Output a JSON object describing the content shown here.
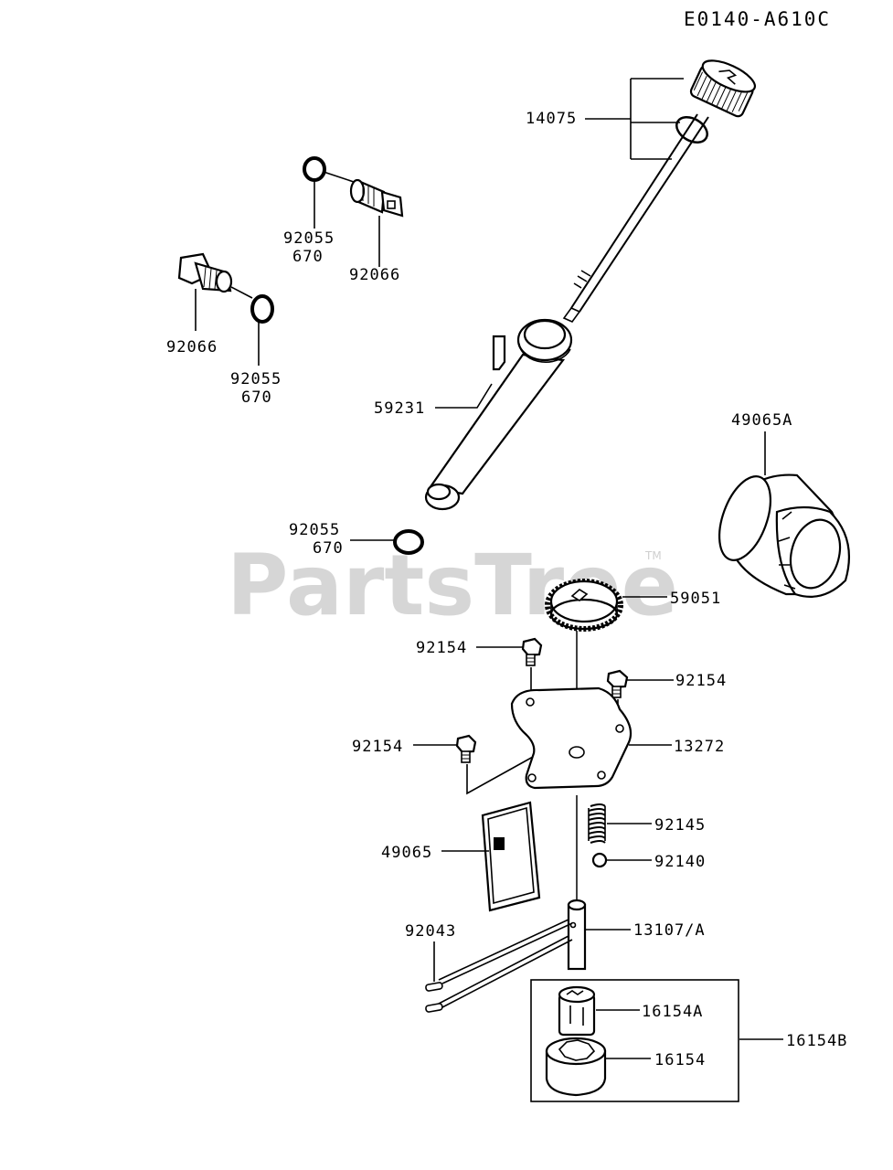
{
  "diagram_code": "E0140-A610C",
  "watermark": "PartsTree",
  "watermark_tm": "TM",
  "labels": {
    "l14075": "14075",
    "l92055_a": "92055",
    "l670_a": "670",
    "l92066_a": "92066",
    "l92066_b": "92066",
    "l92055_b": "92055",
    "l670_b": "670",
    "l59231": "59231",
    "l49065A": "49065A",
    "l92055_c": "92055",
    "l670_c": "670",
    "l59051": "59051",
    "l92154_a": "92154",
    "l92154_b": "92154",
    "l92154_c": "92154",
    "l13272": "13272",
    "l92145": "92145",
    "l49065": "49065",
    "l92140": "92140",
    "l92043": "92043",
    "l13107A": "13107/A",
    "l16154A": "16154A",
    "l16154B": "16154B",
    "l16154": "16154"
  }
}
